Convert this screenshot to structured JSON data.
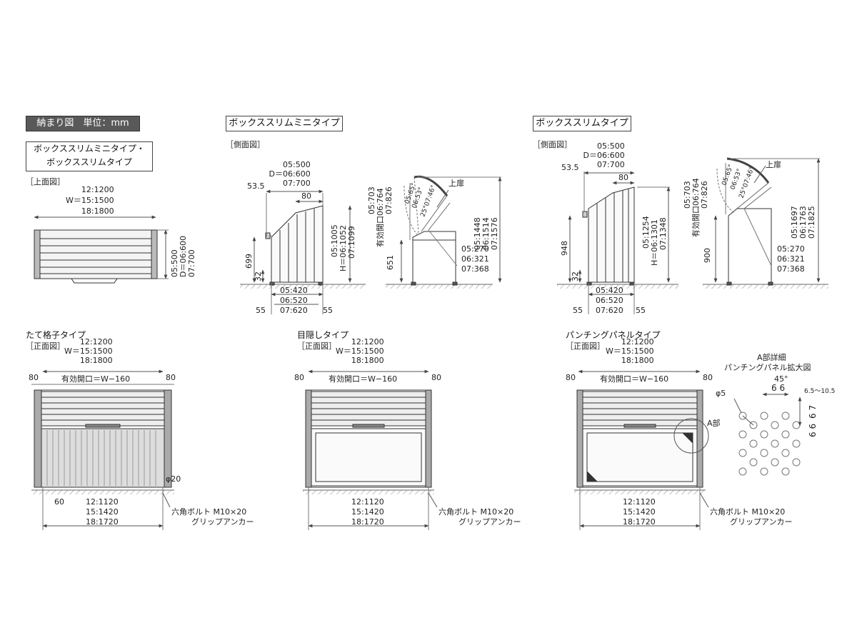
{
  "headers": {
    "main": "納まり図　単位：mm",
    "types_line1": "ボックススリムミニタイプ・",
    "types_line2": "ボックススリムタイプ",
    "mini": "ボックススリムミニタイプ",
    "slim": "ボックススリムタイプ"
  },
  "views": {
    "top": "［上面図］",
    "side": "［側面図］",
    "front": "［正面図］"
  },
  "types": {
    "lattice": "たて格子タイプ",
    "blind": "目隠しタイプ",
    "punching": "パンチングパネルタイプ"
  },
  "width_dims": [
    "12:1200",
    "W＝15:1500",
    "18:1800"
  ],
  "depth_dims": [
    "05:500",
    "D＝06:600",
    "07:700"
  ],
  "inner_width": [
    "12:1120",
    "15:1420",
    "18:1720"
  ],
  "base_depths": [
    "05:420",
    "06:520",
    "07:620"
  ],
  "front_dims": {
    "side": "80",
    "opening": "有効開口＝W−160",
    "post": "φ20",
    "foot": "60"
  },
  "anchor": {
    "line1": "六角ボルト M10×20",
    "line2": "グリップアンカー"
  },
  "side_common": {
    "setback": "53.5",
    "lid_depth": "80",
    "base_gap": "32",
    "foot_gap": "55",
    "upper_door": "上扉",
    "opening": "有効開口"
  },
  "mini": {
    "body_height": "699",
    "heights": [
      "05:1005",
      "H＝06:1052",
      "07:1099"
    ],
    "opening_height": "651",
    "open_heights": [
      "05:1448",
      "06:1514",
      "07:1576"
    ],
    "open_depths": [
      "05:703",
      "06:764",
      "07:826"
    ],
    "lower_depths": [
      "05:270",
      "06:321",
      "07:368"
    ],
    "angles": [
      "05:65°",
      "06:53°",
      "07:46°"
    ],
    "angle_prefix": "25°"
  },
  "slim": {
    "body_height": "948",
    "heights": [
      "05:1254",
      "H＝06:1301",
      "07:1348"
    ],
    "opening_height": "900",
    "open_heights": [
      "05:1697",
      "06:1763",
      "07:1825"
    ],
    "open_depths": [
      "05:703",
      "06:764",
      "07:826"
    ],
    "lower_depths": [
      "05:270",
      "06:321",
      "07:368"
    ],
    "angles": [
      "05:65°",
      "06:53°",
      "07:46°"
    ],
    "angle_prefix": "25°"
  },
  "detail": {
    "title1": "A部詳細",
    "title2": "パンチングパネル拡大図",
    "marker": "A部",
    "hole": "φ5",
    "angle": "45°",
    "pitch_top": "6 6",
    "range": "6.5〜10.5",
    "pitch_v1": "6 7",
    "pitch_v2": "6 6"
  },
  "colors": {
    "line": "#333333",
    "dim": "#555555",
    "panel": "#d9d9d9",
    "dark_tag": "#595959"
  }
}
